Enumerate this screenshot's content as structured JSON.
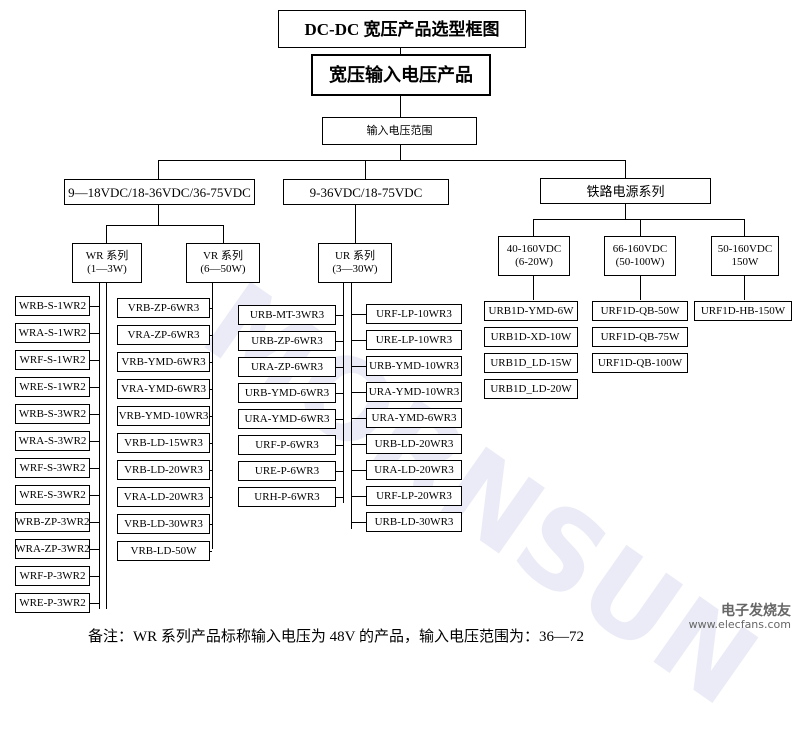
{
  "title": "DC-DC 宽压产品选型框图",
  "subtitle": "宽压输入电压产品",
  "root": "输入电压范围",
  "categories": [
    "9—18VDC/18-36VDC/36-75VDC",
    "9-36VDC/18-75VDC",
    "铁路电源系列"
  ],
  "series": {
    "wr": {
      "name": "WR 系列",
      "power": "(1—3W)"
    },
    "vr": {
      "name": "VR 系列",
      "power": "(6—50W)"
    },
    "ur": {
      "name": "UR 系列",
      "power": "(3—30W)"
    },
    "rail1": {
      "name": "40-160VDC",
      "power": "(6-20W)"
    },
    "rail2": {
      "name": "66-160VDC",
      "power": "(50-100W)"
    },
    "rail3": {
      "name": "50-160VDC",
      "power": "150W"
    }
  },
  "wr_products": [
    "WRB-S-1WR2",
    "WRA-S-1WR2",
    "WRF-S-1WR2",
    "WRE-S-1WR2",
    "WRB-S-3WR2",
    "WRA-S-3WR2",
    "WRF-S-3WR2",
    "WRE-S-3WR2",
    "WRB-ZP-3WR2",
    "WRA-ZP-3WR2",
    "WRF-P-3WR2",
    "WRE-P-3WR2"
  ],
  "vr_products": [
    "VRB-ZP-6WR3",
    "VRA-ZP-6WR3",
    "VRB-YMD-6WR3",
    "VRA-YMD-6WR3",
    "VRB-YMD-10WR3",
    "VRB-LD-15WR3",
    "VRB-LD-20WR3",
    "VRA-LD-20WR3",
    "VRB-LD-30WR3",
    "VRB-LD-50W"
  ],
  "ur_left_products": [
    "URB-MT-3WR3",
    "URB-ZP-6WR3",
    "URA-ZP-6WR3",
    "URB-YMD-6WR3",
    "URA-YMD-6WR3",
    "URF-P-6WR3",
    "URE-P-6WR3",
    "URH-P-6WR3"
  ],
  "ur_right_products": [
    "URF-LP-10WR3",
    "URE-LP-10WR3",
    "URB-YMD-10WR3",
    "URA-YMD-10WR3",
    "URA-YMD-6WR3",
    "URB-LD-20WR3",
    "URA-LD-20WR3",
    "URF-LP-20WR3",
    "URB-LD-30WR3"
  ],
  "rail1_products": [
    "URB1D-YMD-6W",
    "URB1D-XD-10W",
    "URB1D_LD-15W",
    "URB1D_LD-20W"
  ],
  "rail2_products": [
    "URF1D-QB-50W",
    "URF1D-QB-75W",
    "URF1D-QB-100W"
  ],
  "rail3_products": [
    "URF1D-HB-150W"
  ],
  "note": "备注：WR 系列产品标称输入电压为 48V 的产品，输入电压范围为：36—72",
  "logo": {
    "cn": "电子发烧友",
    "url": "www.elecfans.com"
  },
  "watermark": "MORNSUN"
}
